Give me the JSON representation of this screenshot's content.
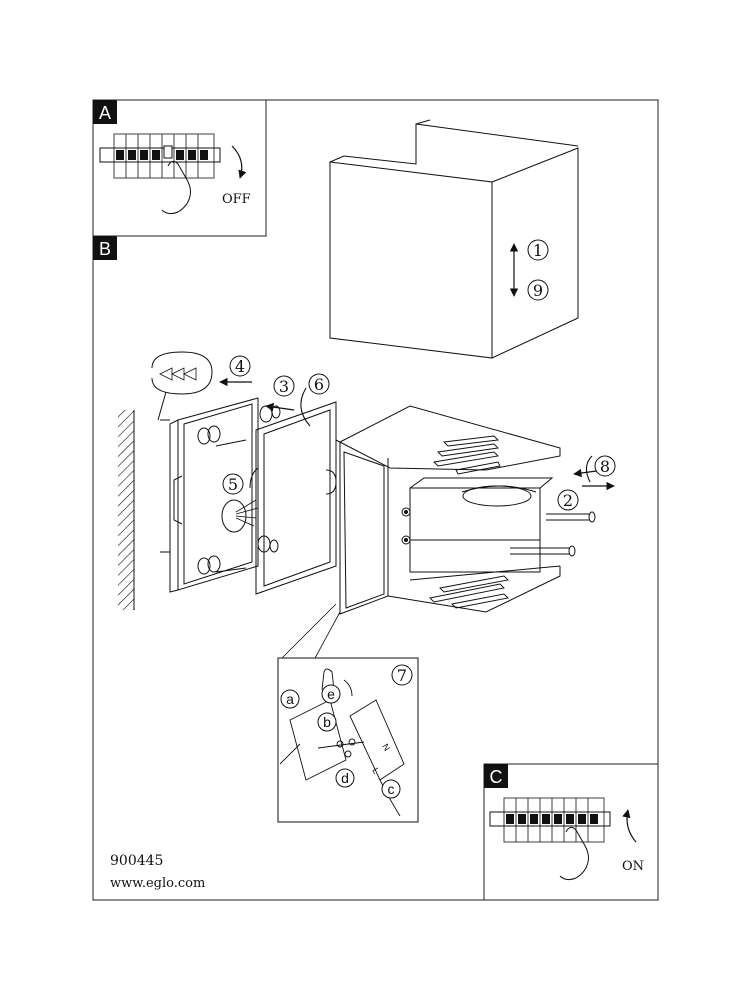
{
  "panels": {
    "a": {
      "tag": "A",
      "switch_label": "OFF"
    },
    "b": {
      "tag": "B"
    },
    "c": {
      "tag": "C",
      "switch_label": "ON"
    }
  },
  "steps": [
    "1",
    "2",
    "3",
    "4",
    "5",
    "6",
    "7",
    "8",
    "9"
  ],
  "detail_labels": [
    "a",
    "b",
    "c",
    "d",
    "e"
  ],
  "terminal_marks": [
    "L",
    "N"
  ],
  "footer": {
    "model": "900445",
    "website": "www.eglo.com"
  }
}
